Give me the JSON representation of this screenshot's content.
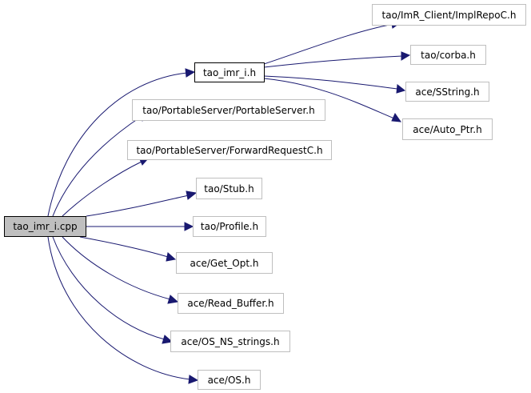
{
  "diagram": {
    "colors": {
      "edge": "#191970",
      "node_border": "#bfbfbf",
      "main_fill": "#bfbfbf",
      "highlight_border": "#000000"
    },
    "nodes": {
      "root": "tao_imr_i.cpp",
      "tao_imr_i_h": "tao_imr_i.h",
      "implrepoc": "tao/ImR_Client/ImplRepoC.h",
      "corba": "tao/corba.h",
      "sstring": "ace/SString.h",
      "auto_ptr": "ace/Auto_Ptr.h",
      "portableserver": "tao/PortableServer/PortableServer.h",
      "forwardrequest": "tao/PortableServer/ForwardRequestC.h",
      "stub": "tao/Stub.h",
      "profile": "tao/Profile.h",
      "get_opt": "ace/Get_Opt.h",
      "read_buffer": "ace/Read_Buffer.h",
      "os_ns_strings": "ace/OS_NS_strings.h",
      "os": "ace/OS.h"
    }
  }
}
